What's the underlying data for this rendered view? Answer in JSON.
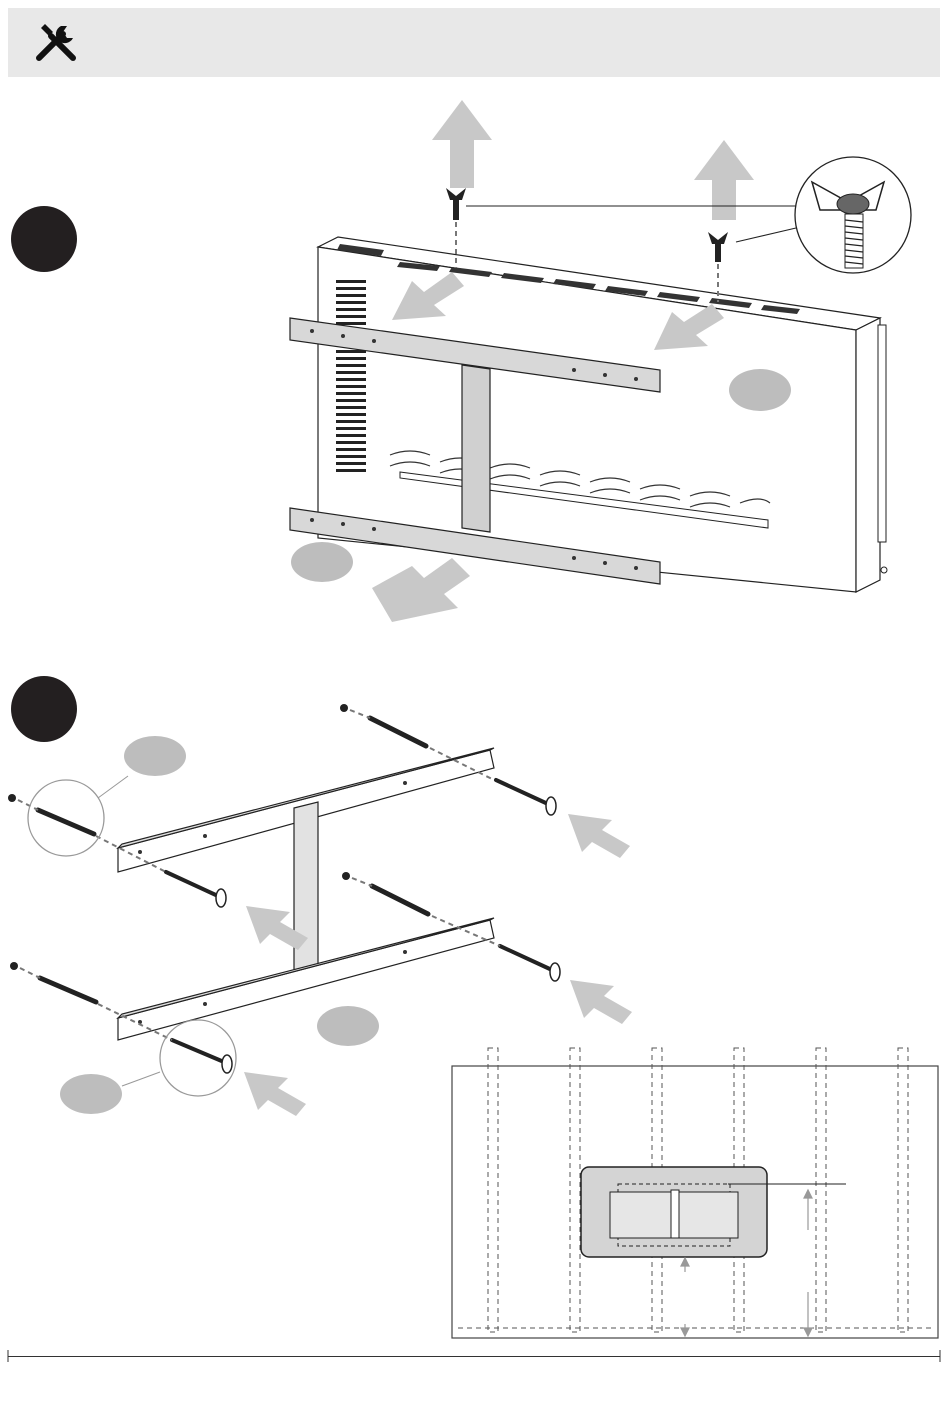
{
  "header": {
    "icon": "tools-icon"
  },
  "steps": [
    {
      "badge": "step-badge-1",
      "callouts": [
        "callout-a",
        "callout-b"
      ]
    },
    {
      "badge": "step-badge-2",
      "callouts": [
        "callout-c",
        "callout-d",
        "callout-e"
      ]
    }
  ],
  "colors": {
    "header_bg": "#e8e8e8",
    "arrow_gray": "#c8c8c8",
    "badge_black": "#231f20",
    "callout_gray": "#bdbdbd",
    "panel_fill": "#d4d4d4",
    "line": "#222222"
  }
}
